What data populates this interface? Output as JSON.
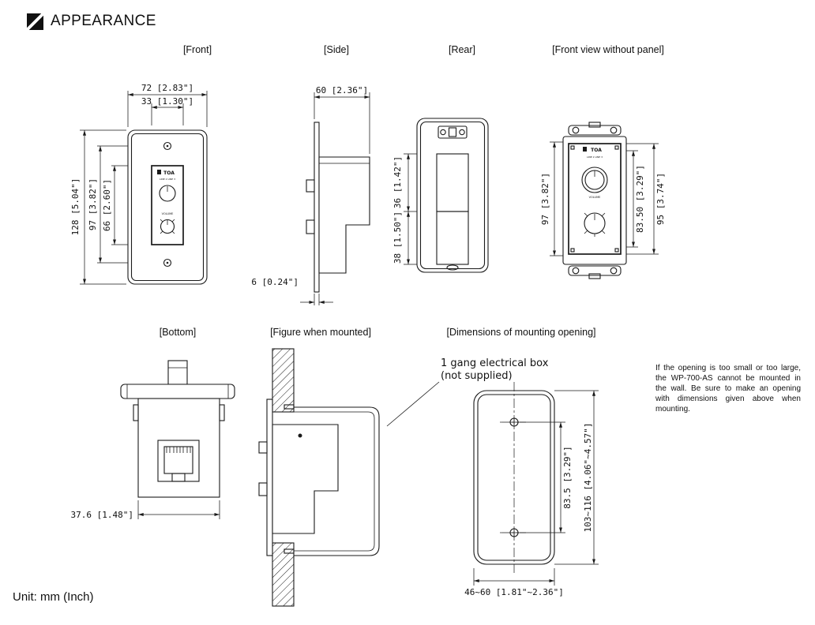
{
  "page": {
    "title": "APPEARANCE",
    "unit_note": "Unit: mm (Inch)"
  },
  "labels": {
    "front": "[Front]",
    "side": "[Side]",
    "rear": "[Rear]",
    "front_no_panel": "[Front view without panel]",
    "bottom": "[Bottom]",
    "mounted": "[Figure when mounted]",
    "opening": "[Dimensions of mounting opening]"
  },
  "dims": {
    "front_width_outer": "72 [2.83\"]",
    "front_width_inner": "33 [1.30\"]",
    "front_height_outer": "128 [5.04\"]",
    "front_height_mid": "97 [3.82\"]",
    "front_height_inner": "66 [2.60\"]",
    "side_depth": "60 [2.36\"]",
    "side_flange": "6 [0.24\"]",
    "rear_upper": "36 [1.42\"]",
    "rear_lower": "38 [1.50\"]",
    "nopanel_left": "97 [3.82\"]",
    "nopanel_inner": "83.50 [3.29\"]",
    "nopanel_outer": "95 [3.74\"]",
    "bottom_width": "37.6 [1.48\"]",
    "opening_screw_pitch": "83.5 [3.29\"]",
    "opening_height": "103~116 [4.06\"~4.57\"]",
    "opening_width": "46~60 [1.81\"~2.36\"]"
  },
  "annotations": {
    "gang_box_line1": "1 gang electrical box",
    "gang_box_line2": "(not supplied)",
    "warning": "If the opening is too small or too large, the WP-700-AS cannot be mounted in the wall. Be sure to make an opening with dimensions given above when mounting."
  },
  "device": {
    "brand": "TOA",
    "line_labels": "LINE 2   LINE 3",
    "volume": "VOLUME"
  },
  "colors": {
    "line": "#1a1a1a",
    "background": "#ffffff"
  }
}
